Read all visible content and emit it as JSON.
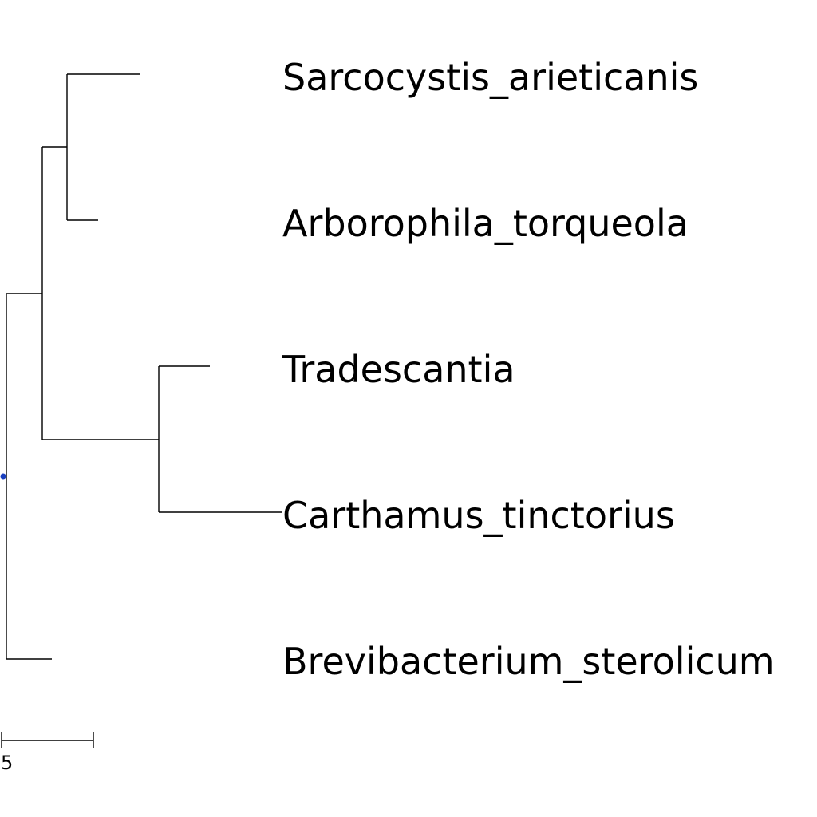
{
  "tree": {
    "leaves": [
      {
        "id": "sarcocystis",
        "label": "Sarcocystis_arieticanis"
      },
      {
        "id": "arborophila",
        "label": "Arborophila_torqueola"
      },
      {
        "id": "tradescantia",
        "label": "Tradescantia"
      },
      {
        "id": "carthamus",
        "label": "Carthamus_tinctorius"
      },
      {
        "id": "brevibacterium",
        "label": "Brevibacterium_sterolicum"
      }
    ],
    "root_marker_color": "#1a3fbf",
    "line_color": "#000000"
  },
  "scale_bar": {
    "label": "5"
  }
}
